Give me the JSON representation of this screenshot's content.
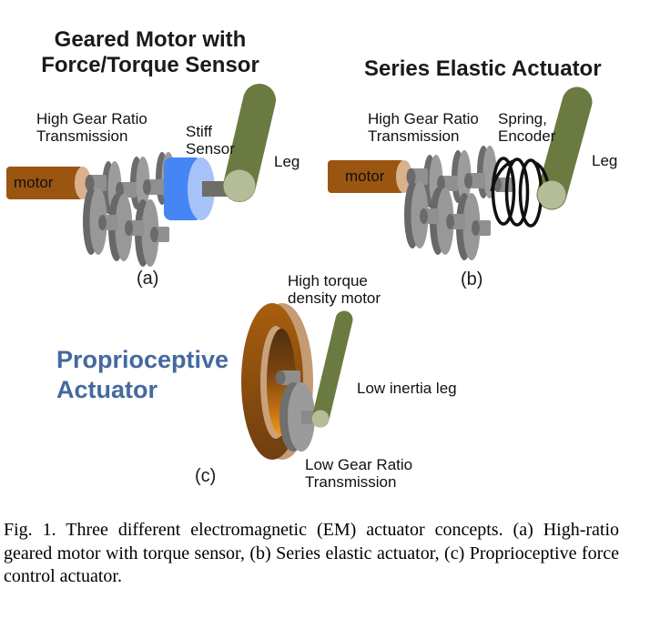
{
  "figure": {
    "panels": {
      "a": {
        "title_lines": [
          "Geared Motor with",
          "Force/Torque Sensor"
        ],
        "labels": {
          "transmission": [
            "High Gear Ratio",
            "Transmission"
          ],
          "motor": "motor",
          "sensor": [
            "Stiff",
            "Sensor"
          ],
          "leg": "Leg",
          "tag": "(a)"
        }
      },
      "b": {
        "title": "Series Elastic Actuator",
        "labels": {
          "transmission": [
            "High Gear Ratio",
            "Transmission"
          ],
          "motor": "motor",
          "spring": [
            "Spring,",
            "Encoder"
          ],
          "leg": "Leg",
          "tag": "(b)"
        }
      },
      "c": {
        "title_lines": [
          "Proprioceptive",
          "Actuator"
        ],
        "labels": {
          "motor": [
            "High torque",
            "density motor"
          ],
          "leg": "Low inertia leg",
          "transmission": [
            "Low Gear Ratio",
            "Transmission"
          ],
          "tag": "(c)"
        }
      }
    },
    "caption": "Fig. 1.  Three different electromagnetic (EM) actuator concepts. (a) High-ratio geared motor with torque sensor, (b) Series elastic actuator, (c) Proprioceptive force control actuator.",
    "palette": {
      "motor_brown": "#9A5511",
      "motor_cap_tan": "#D9B28C",
      "sensor_blue": "#4585F4",
      "sensor_cap_blue": "#A7C2F8",
      "leg_olive": "#6B7A40",
      "leg_cap_sage": "#B5BC98",
      "gear_face_gray": "#9C9C9C",
      "gear_side_gray": "#6C6C6C",
      "shaft_dark_gray": "#6E6E66",
      "spring_black": "#111111",
      "ring_tan": "#C49B74",
      "ring_orange": "#F29B17",
      "prop_title_blue": "#44699E"
    }
  }
}
